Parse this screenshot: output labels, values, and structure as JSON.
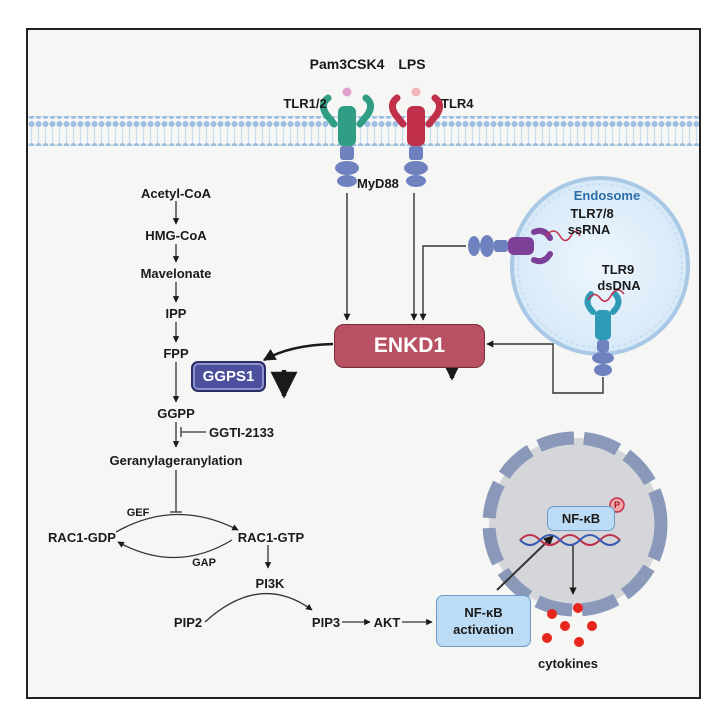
{
  "ligands": {
    "pam3csk4": "Pam3CSK4",
    "lps": "LPS"
  },
  "receptors": {
    "tlr12": "TLR1/2",
    "tlr4": "TLR4",
    "myd88": "MyD88"
  },
  "endosome": {
    "title": "Endosome",
    "tlr78": "TLR7/8",
    "ssrna": "ssRNA",
    "tlr9": "TLR9",
    "dsdna": "dsDNA"
  },
  "pathway": {
    "acetyl_coa": "Acetyl-CoA",
    "hmg_coa": "HMG-CoA",
    "mavelonate": "Mavelonate",
    "ipp": "IPP",
    "fpp": "FPP",
    "ggpp": "GGPP",
    "ggti": "GGTI-2133",
    "geranylgeranylation": "Geranylageranylation",
    "gef": "GEF",
    "gap": "GAP",
    "rac1_gdp": "RAC1-GDP",
    "rac1_gtp": "RAC1-GTP",
    "pi3k": "PI3K",
    "pip2": "PIP2",
    "pip3": "PIP3",
    "akt": "AKT"
  },
  "nodes": {
    "enkd1": "ENKD1",
    "ggps1": "GGPS1",
    "nfkb_activation_1": "NF-κB",
    "nfkb_activation_2": "activation"
  },
  "nucleus": {
    "nfkb": "NF-κB",
    "phospho": "P",
    "cytokines": "cytokines"
  },
  "colors": {
    "enkd1": "#b85263",
    "ggps1": "#4b4f9c",
    "nfkb_box": "#bcdcf5",
    "membrane": "#a9c8e6",
    "tlr12": "#2f9e85",
    "tlr4": "#c0304a",
    "tlr78": "#7e3f98",
    "tlr9": "#2e9ab5",
    "cytokine": "#e8261e"
  }
}
